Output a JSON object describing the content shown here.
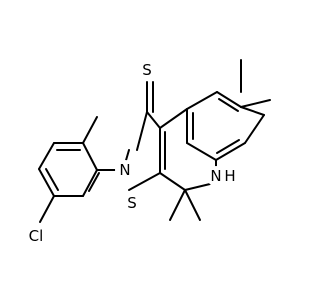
{
  "atoms": [
    {
      "id": "S_thione",
      "label": "S",
      "color": "#000000"
    },
    {
      "id": "N2",
      "label": "N",
      "color": "#000000"
    },
    {
      "id": "S_ring",
      "label": "S",
      "color": "#000000"
    },
    {
      "id": "NH",
      "label": "N",
      "color": "#000000"
    },
    {
      "id": "H",
      "label": "H",
      "color": "#000000"
    },
    {
      "id": "Cl",
      "label": "Cl",
      "color": "#000000"
    }
  ]
}
